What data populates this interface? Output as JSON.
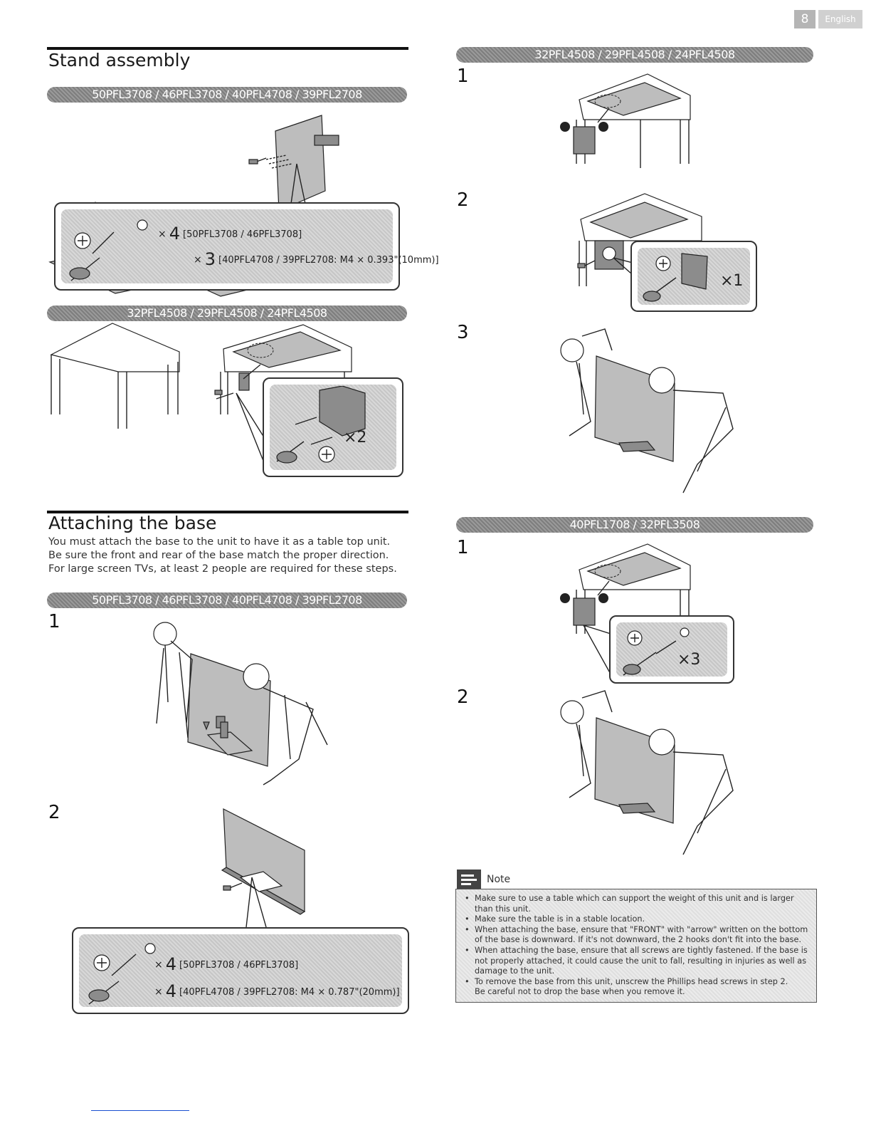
{
  "header": {
    "page_number": "8",
    "language": "English"
  },
  "stand_assembly": {
    "title": "Stand assembly",
    "model_bar_1": "50PFL3708 / 46PFL3708 / 40PFL4708 / 39PFL2708",
    "screw_lines": [
      {
        "x": "×",
        "count": "4",
        "spec": "[50PFL3708 / 46PFL3708]"
      },
      {
        "x": "×",
        "count": "3",
        "spec": "[40PFL4708 / 39PFL2708: M4 × 0.393\"(10mm)]"
      }
    ],
    "model_bar_2": "32PFL4508 / 29PFL4508 / 24PFL4508",
    "screw_count_2": "×2"
  },
  "attaching_base": {
    "title": "Attaching the base",
    "intro": [
      "You must attach the base to the unit to have it as a table top unit.",
      "Be sure the front and rear of the base match the proper direction.",
      "For large screen TVs, at least 2 people are required for these steps."
    ],
    "model_bar": "50PFL3708 / 46PFL3708 / 40PFL4708 / 39PFL2708",
    "step_1": "1",
    "step_2": "2",
    "screw_lines": [
      {
        "x": "×",
        "count": "4",
        "spec": "[50PFL3708 / 46PFL3708]"
      },
      {
        "x": "×",
        "count": "4",
        "spec": "[40PFL4708 / 39PFL2708: M4 × 0.787\"(20mm)]"
      }
    ]
  },
  "right_top": {
    "model_bar": "32PFL4508 / 29PFL4508 / 24PFL4508",
    "step_1": "1",
    "step_2": "2",
    "step_3": "3",
    "screw_count": "×1"
  },
  "right_mid": {
    "model_bar": "40PFL1708 / 32PFL3508",
    "step_1": "1",
    "step_2": "2",
    "screw_count": "×3"
  },
  "note": {
    "label": "Note",
    "items": [
      "Make sure to use a table which can support the weight of this unit and is larger than this unit.",
      "Make sure the table is in a stable location.",
      "When attaching the base, ensure that \"FRONT\" with \"arrow\" written on the bottom of the base is downward. If it's not downward, the 2 hooks don't fit into the base.",
      "When attaching the base, ensure that all screws are tightly fastened. If the base is not properly attached, it could cause the unit to fall, resulting in injuries as well as damage to the unit.",
      "To remove the base from this unit, unscrew the Phillips head screws in step 2.",
      "Be careful not to drop the base when you remove it."
    ]
  }
}
